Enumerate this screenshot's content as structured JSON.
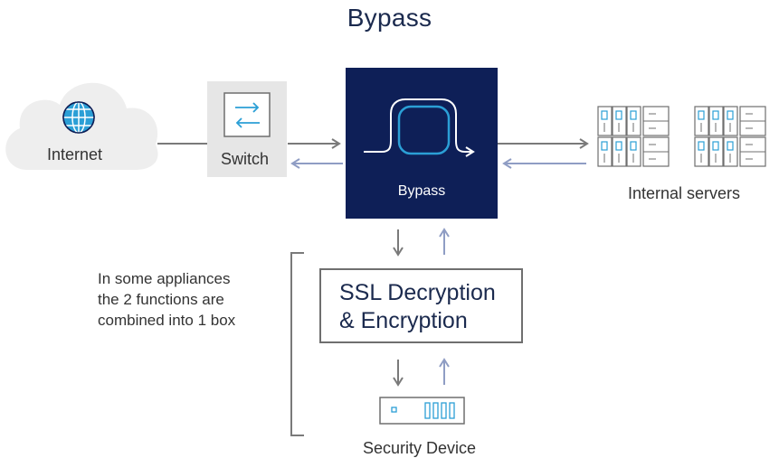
{
  "title": "Bypass",
  "nodes": {
    "internet": {
      "label": "Internet",
      "icon": "globe-icon"
    },
    "switch": {
      "label": "Switch",
      "icon": "switch-arrows-icon"
    },
    "bypass": {
      "label": "Bypass",
      "icon": "bypass-loop-icon"
    },
    "servers": {
      "label": "Internal servers",
      "icon": "server-rack-icon"
    },
    "ssl": {
      "line1": "SSL Decryption",
      "line2": "& Encryption"
    },
    "security": {
      "label": "Security Device",
      "icon": "security-appliance-icon"
    }
  },
  "note": {
    "line1": "In some appliances",
    "line2": "the 2 functions are",
    "line3": "combined into 1 box"
  },
  "colors": {
    "navy": "#0e1f57",
    "accent": "#2b9fd6",
    "arrow_dark": "#7a7a7a",
    "arrow_light": "#8f9dc4",
    "cloud": "#eeeeee",
    "switch_bg": "#e6e6e6"
  }
}
